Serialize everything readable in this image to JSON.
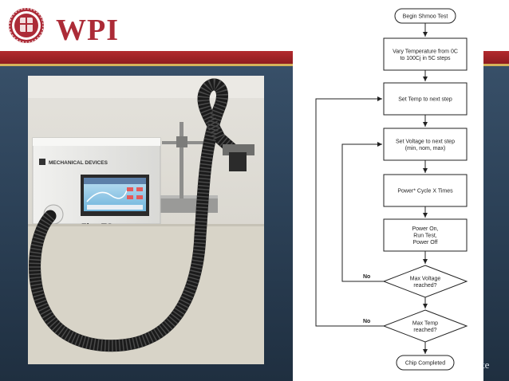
{
  "header": {
    "logo_text": "WPI",
    "colors": {
      "logo_red": "#ac2b37",
      "band_red": "#b22a2e",
      "slide_blue": "#2c4157"
    }
  },
  "photo": {
    "device_brand": "MECHANICAL DEVICES",
    "device_model": "Flex TC"
  },
  "flowchart": {
    "nodes": [
      {
        "id": "start",
        "shape": "rounded",
        "lines": [
          "Begin Shmoo Test"
        ]
      },
      {
        "id": "vary_temp",
        "shape": "rect",
        "lines": [
          "Vary Temperature from 0C",
          "to 100Cj in 5C steps"
        ]
      },
      {
        "id": "set_temp",
        "shape": "rect",
        "lines": [
          "Set Temp to next step"
        ]
      },
      {
        "id": "set_voltage",
        "shape": "rect",
        "lines": [
          "Set Voltage to next step",
          "(min, nom, max)"
        ]
      },
      {
        "id": "power_cycle",
        "shape": "rect",
        "lines": [
          "Power* Cycle X Times"
        ]
      },
      {
        "id": "run_test",
        "shape": "rect",
        "lines": [
          "Power On,",
          "Run Test,",
          "Power Off"
        ]
      },
      {
        "id": "max_voltage",
        "shape": "diamond",
        "lines": [
          "Max Voltage",
          "reached?"
        ]
      },
      {
        "id": "max_temp",
        "shape": "diamond",
        "lines": [
          "Max Temp",
          "reached?"
        ]
      },
      {
        "id": "end",
        "shape": "rounded",
        "lines": [
          "Chip Completed"
        ]
      }
    ],
    "branches": [
      {
        "from": "max_voltage",
        "to": "set_voltage",
        "label": "No"
      },
      {
        "from": "max_temp",
        "to": "set_temp",
        "label": "No"
      }
    ]
  },
  "footer": {
    "corner_text": "te"
  }
}
